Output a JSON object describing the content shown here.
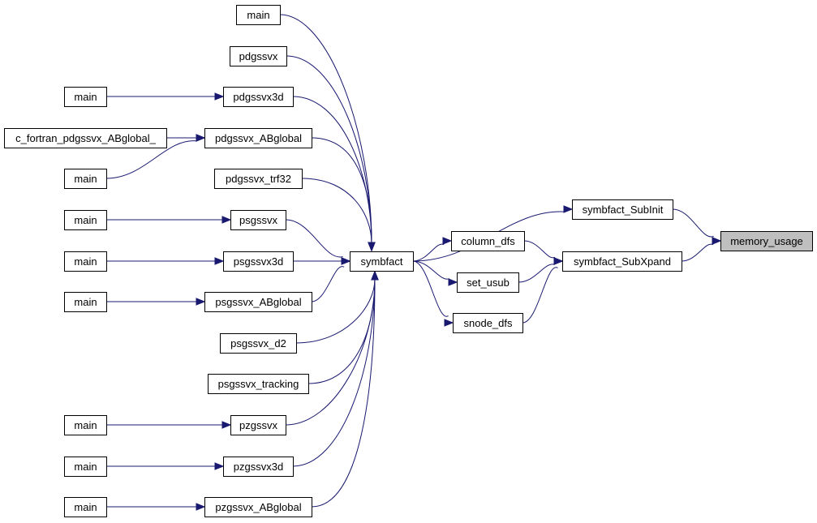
{
  "graph": {
    "colors": {
      "edge": "#191970",
      "node_fill": "#ffffff",
      "node_stroke": "#000000",
      "root_fill": "#bfbfbf"
    },
    "nodes": {
      "main_1": "main",
      "pdgssvx": "pdgssvx",
      "main_2": "main",
      "pdgssvx3d": "pdgssvx3d",
      "c_fortran_pdgssvx_ABglobal_": "c_fortran_pdgssvx_ABglobal_",
      "pdgssvx_ABglobal": "pdgssvx_ABglobal",
      "main_3": "main",
      "pdgssvx_trf32": "pdgssvx_trf32",
      "main_4": "main",
      "psgssvx": "psgssvx",
      "main_5": "main",
      "psgssvx3d": "psgssvx3d",
      "main_6": "main",
      "psgssvx_ABglobal": "psgssvx_ABglobal",
      "psgssvx_d2": "psgssvx_d2",
      "psgssvx_tracking": "psgssvx_tracking",
      "main_7": "main",
      "pzgssvx": "pzgssvx",
      "main_8": "main",
      "pzgssvx3d": "pzgssvx3d",
      "main_9": "main",
      "pzgssvx_ABglobal": "pzgssvx_ABglobal",
      "symbfact": "symbfact",
      "column_dfs": "column_dfs",
      "set_usub": "set_usub",
      "snode_dfs": "snode_dfs",
      "symbfact_SubInit": "symbfact_SubInit",
      "symbfact_SubXpand": "symbfact_SubXpand",
      "memory_usage": "memory_usage"
    },
    "edges": [
      [
        "main_1",
        "symbfact"
      ],
      [
        "pdgssvx",
        "symbfact"
      ],
      [
        "main_2",
        "pdgssvx3d"
      ],
      [
        "pdgssvx3d",
        "symbfact"
      ],
      [
        "c_fortran_pdgssvx_ABglobal_",
        "pdgssvx_ABglobal"
      ],
      [
        "main_3",
        "pdgssvx_ABglobal"
      ],
      [
        "pdgssvx_ABglobal",
        "symbfact"
      ],
      [
        "pdgssvx_trf32",
        "symbfact"
      ],
      [
        "main_4",
        "psgssvx"
      ],
      [
        "psgssvx",
        "symbfact"
      ],
      [
        "main_5",
        "psgssvx3d"
      ],
      [
        "psgssvx3d",
        "symbfact"
      ],
      [
        "main_6",
        "psgssvx_ABglobal"
      ],
      [
        "psgssvx_ABglobal",
        "symbfact"
      ],
      [
        "psgssvx_d2",
        "symbfact"
      ],
      [
        "psgssvx_tracking",
        "symbfact"
      ],
      [
        "main_7",
        "pzgssvx"
      ],
      [
        "pzgssvx",
        "symbfact"
      ],
      [
        "main_8",
        "pzgssvx3d"
      ],
      [
        "pzgssvx3d",
        "symbfact"
      ],
      [
        "main_9",
        "pzgssvx_ABglobal"
      ],
      [
        "pzgssvx_ABglobal",
        "symbfact"
      ],
      [
        "symbfact",
        "symbfact_SubInit"
      ],
      [
        "symbfact",
        "column_dfs"
      ],
      [
        "symbfact",
        "set_usub"
      ],
      [
        "symbfact",
        "snode_dfs"
      ],
      [
        "column_dfs",
        "symbfact_SubXpand"
      ],
      [
        "set_usub",
        "symbfact_SubXpand"
      ],
      [
        "snode_dfs",
        "symbfact_SubXpand"
      ],
      [
        "symbfact_SubInit",
        "memory_usage"
      ],
      [
        "symbfact_SubXpand",
        "memory_usage"
      ]
    ]
  }
}
